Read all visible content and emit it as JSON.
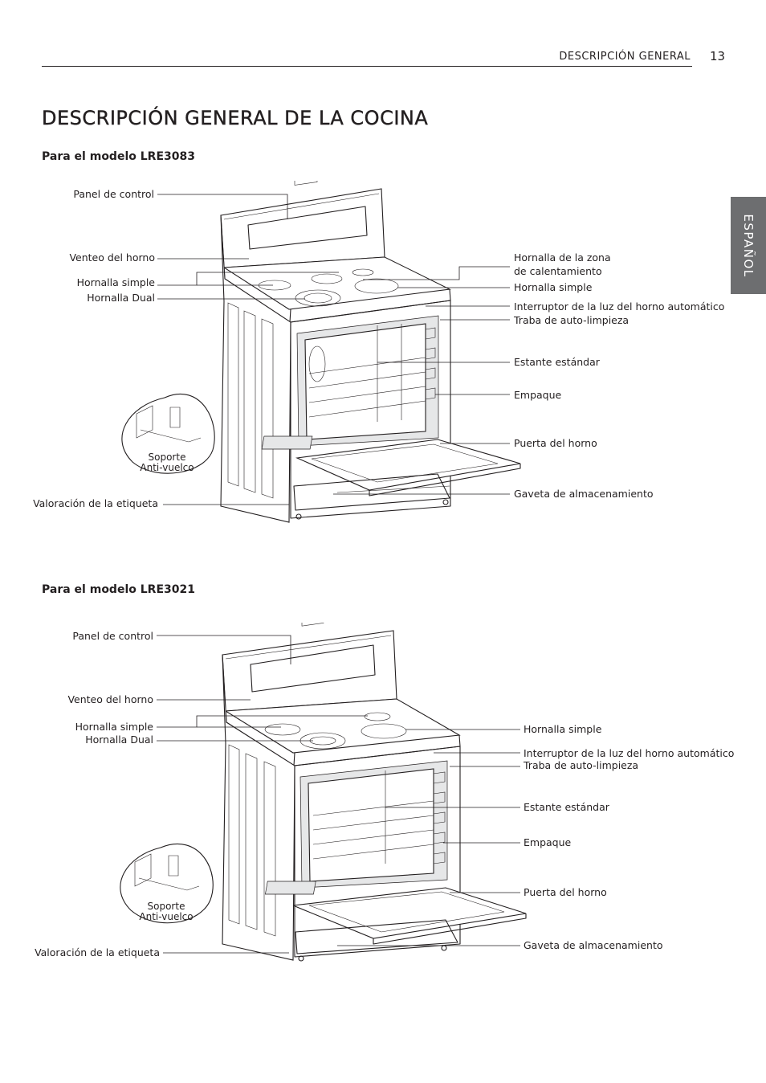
{
  "header": {
    "section": "DESCRIPCIÓN GENERAL",
    "page_number": "13"
  },
  "side_tab": {
    "label": "ESPAÑOL"
  },
  "title": "DESCRIPCIÓN GENERAL DE LA COCINA",
  "models": [
    {
      "heading": "Para el modelo LRE3083",
      "labels": {
        "control_panel": "Panel de control",
        "oven_vent": "Venteo del horno",
        "single_burner_left": "Hornalla simple",
        "dual_burner": "Hornalla Dual",
        "warming_zone": "Hornalla de la zona\nde calentamiento",
        "single_burner_right": "Hornalla simple",
        "light_switch": "Interruptor de la luz del horno automático",
        "self_clean_lock": "Traba de auto-limpieza",
        "standard_rack": "Estante estándar",
        "gasket": "Empaque",
        "oven_door": "Puerta del horno",
        "storage_drawer": "Gaveta de almacenamiento",
        "rating_label": "Valoración de la etiqueta",
        "anti_tip": "Soporte\nAnti-vuelco"
      }
    },
    {
      "heading": "Para el modelo LRE3021",
      "labels": {
        "control_panel": "Panel de control",
        "oven_vent": "Venteo del horno",
        "single_burner_left": "Hornalla simple",
        "dual_burner": "Hornalla Dual",
        "single_burner_right": "Hornalla simple",
        "light_switch": "Interruptor de la luz del horno automático",
        "self_clean_lock": "Traba de auto-limpieza",
        "standard_rack": "Estante estándar",
        "gasket": "Empaque",
        "oven_door": "Puerta del horno",
        "storage_drawer": "Gaveta de almacenamiento",
        "rating_label": "Valoración de la etiqueta",
        "anti_tip": "Soporte\nAnti-vuelco"
      }
    }
  ]
}
